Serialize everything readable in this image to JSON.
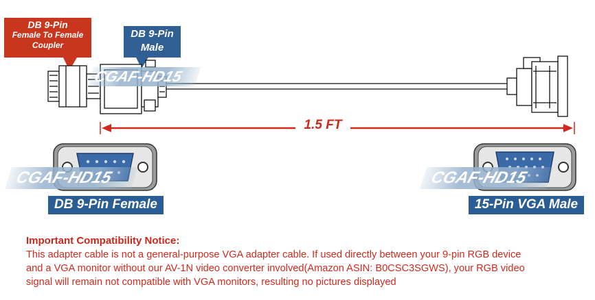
{
  "coupler_tag": {
    "line1": "DB 9-Pin",
    "line2": "Female To Female",
    "line3": "Coupler"
  },
  "male_tag": {
    "line1": "DB 9-Pin",
    "line2": "Male"
  },
  "watermark": "CGAF-HD15",
  "length_label": "1.5 FT",
  "left_connector_label": "DB 9-Pin Female",
  "right_connector_label": "15-Pin VGA Male",
  "notice": {
    "title": "Important Compatibility Notice:",
    "line1": "This adapter cable is not a general-purpose VGA adapter cable. If used directly between your 9-pin RGB device",
    "line2": "and a VGA monitor without our AV-1N video converter involved(Amazon ASIN: B0CSC3SGWS), your RGB video",
    "line3": "signal will remain not compatible with VGA monitors, resulting no pictures displayed"
  },
  "colors": {
    "red": "#c8371d",
    "blue": "#2f5f93",
    "arrow_red": "#d0281c",
    "pin_blue": "#3b6aa8"
  }
}
